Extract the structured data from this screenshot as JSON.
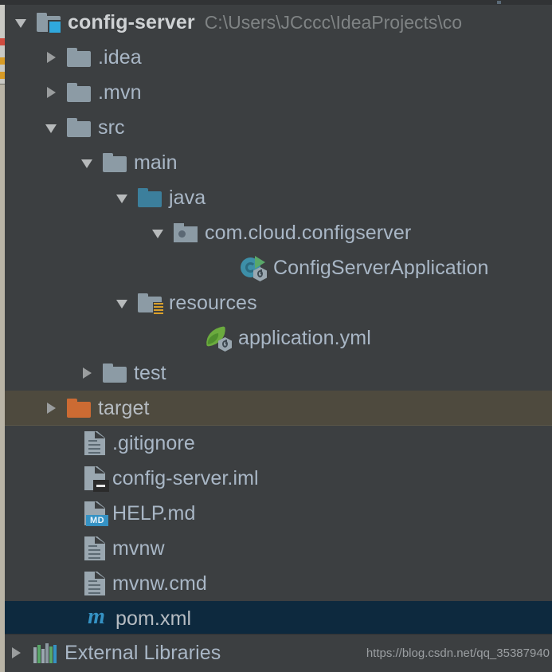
{
  "window": {
    "background_color": "#3c3f41",
    "text_color": "#a9b7c6",
    "selected_row_color": "#0d293e",
    "hover_row_color": "#4e4a3e"
  },
  "gutter": {
    "name": "analysis-markers",
    "markers": [
      {
        "color": "#cf4b3f",
        "severity": "error"
      },
      {
        "color": "#d79b26",
        "severity": "warning"
      },
      {
        "color": "#d79b26",
        "severity": "warning"
      }
    ]
  },
  "project_tree": {
    "root": {
      "label": "config-server",
      "path": "C:\\Users\\JCccc\\IdeaProjects\\co",
      "icon": "module-folder-icon",
      "expanded": true
    },
    "nodes": [
      {
        "label": ".idea",
        "icon": "folder-icon",
        "indent": 1,
        "toggle": "collapsed",
        "selected": "none"
      },
      {
        "label": ".mvn",
        "icon": "folder-icon",
        "indent": 1,
        "toggle": "collapsed",
        "selected": "none"
      },
      {
        "label": "src",
        "icon": "folder-icon",
        "indent": 1,
        "toggle": "expanded",
        "selected": "none"
      },
      {
        "label": "main",
        "icon": "folder-icon",
        "indent": 2,
        "toggle": "expanded",
        "selected": "none"
      },
      {
        "label": "java",
        "icon": "source-root-folder-icon",
        "indent": 3,
        "toggle": "expanded",
        "selected": "none"
      },
      {
        "label": "com.cloud.configserver",
        "icon": "package-icon",
        "indent": 4,
        "toggle": "expanded",
        "selected": "none"
      },
      {
        "label": "ConfigServerApplication",
        "icon": "spring-boot-class-icon",
        "indent": 5,
        "toggle": "leaf",
        "selected": "none"
      },
      {
        "label": "resources",
        "icon": "resources-folder-icon",
        "indent": 3,
        "toggle": "expanded",
        "selected": "none"
      },
      {
        "label": "application.yml",
        "icon": "spring-leaf-icon",
        "indent": 4,
        "toggle": "leaf",
        "selected": "none"
      },
      {
        "label": "test",
        "icon": "folder-icon",
        "indent": 2,
        "toggle": "collapsed",
        "selected": "none"
      },
      {
        "label": "target",
        "icon": "excluded-folder-icon",
        "indent": 1,
        "toggle": "collapsed",
        "selected": "olive"
      },
      {
        "label": ".gitignore",
        "icon": "text-file-icon",
        "indent": 1,
        "toggle": "leaf",
        "selected": "none"
      },
      {
        "label": "config-server.iml",
        "icon": "iml-file-icon",
        "indent": 1,
        "toggle": "leaf",
        "selected": "none"
      },
      {
        "label": "HELP.md",
        "icon": "markdown-file-icon",
        "indent": 1,
        "toggle": "leaf",
        "selected": "none"
      },
      {
        "label": "mvnw",
        "icon": "text-file-icon",
        "indent": 1,
        "toggle": "leaf",
        "selected": "none"
      },
      {
        "label": "mvnw.cmd",
        "icon": "text-file-icon",
        "indent": 1,
        "toggle": "leaf",
        "selected": "none"
      },
      {
        "label": "pom.xml",
        "icon": "maven-file-icon",
        "indent": 1,
        "toggle": "leaf",
        "selected": "blue"
      }
    ],
    "external_libraries": {
      "label": "External Libraries",
      "icon": "libraries-icon",
      "toggle": "collapsed"
    }
  },
  "watermark": {
    "text": "https://blog.csdn.net/qq_35387940"
  }
}
